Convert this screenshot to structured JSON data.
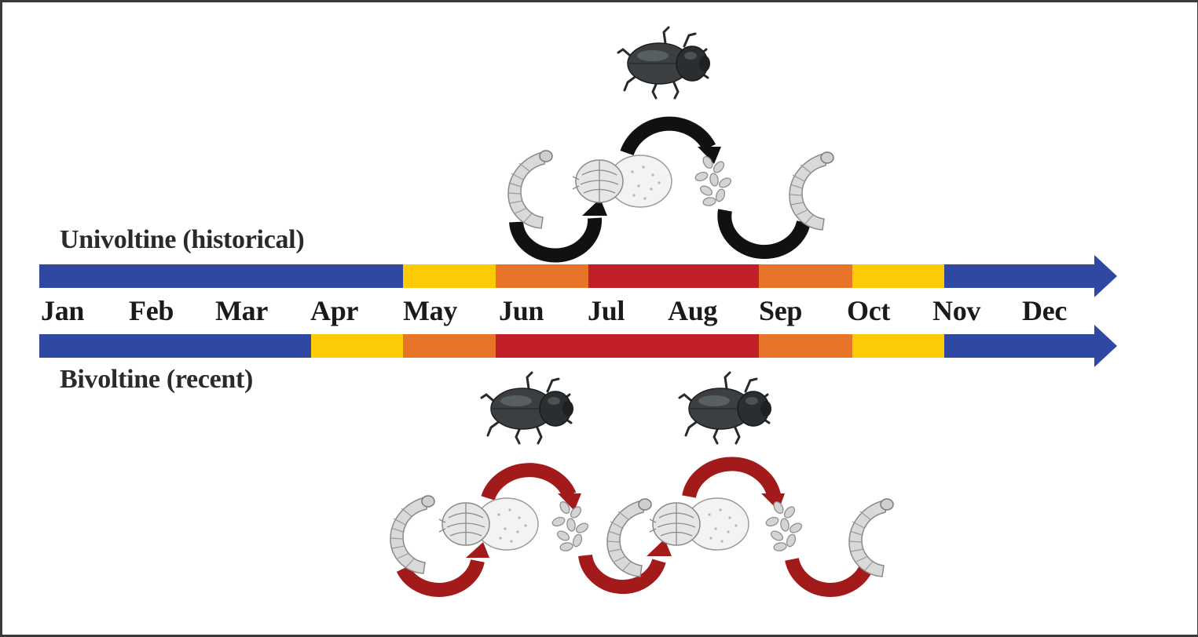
{
  "rows": {
    "univoltine_label": "Univoltine (historical)",
    "bivoltine_label": "Bivoltine (recent)"
  },
  "months": [
    "Jan",
    "Feb",
    "Mar",
    "Apr",
    "May",
    "Jun",
    "Jul",
    "Aug",
    "Sep",
    "Oct",
    "Nov",
    "Dec"
  ],
  "colors": {
    "inactive": "#2f49a3",
    "low": "#fccb06",
    "medium": "#e8742a",
    "high": "#c01f27",
    "univoltine_arrows": "#111111",
    "bivoltine_arrows": "#a31a1a"
  },
  "lifecycle_icons": [
    "larva-icon",
    "pupa-icon",
    "adult-beetle-icon",
    "eggs-icon"
  ]
}
